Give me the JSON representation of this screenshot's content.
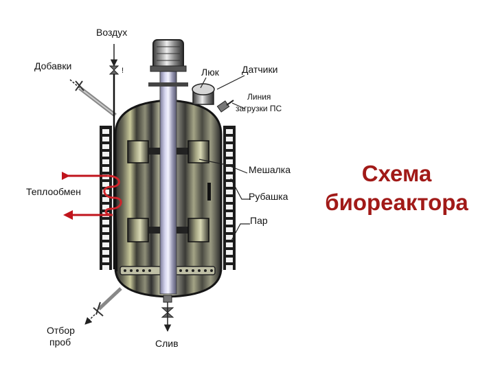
{
  "title": {
    "line1": "Схема",
    "line2": "биореактора"
  },
  "labels": {
    "air": "Воздух",
    "additives": "Добавки",
    "hatch": "Люк",
    "sensors": "Датчики",
    "load_line_1": "Линия",
    "load_line_2": "загрузки ПС",
    "stirrer": "Мешалка",
    "jacket": "Рубашка",
    "steam": "Пар",
    "heat_exchange": "Теплообмен",
    "sampling_1": "Отбор",
    "sampling_2": "проб",
    "drain": "Слив"
  },
  "colors": {
    "title": "#a11a18",
    "arrow_red": "#c0141c",
    "coil_red": "#d0242a",
    "body_dark": "#2b2b2b"
  }
}
